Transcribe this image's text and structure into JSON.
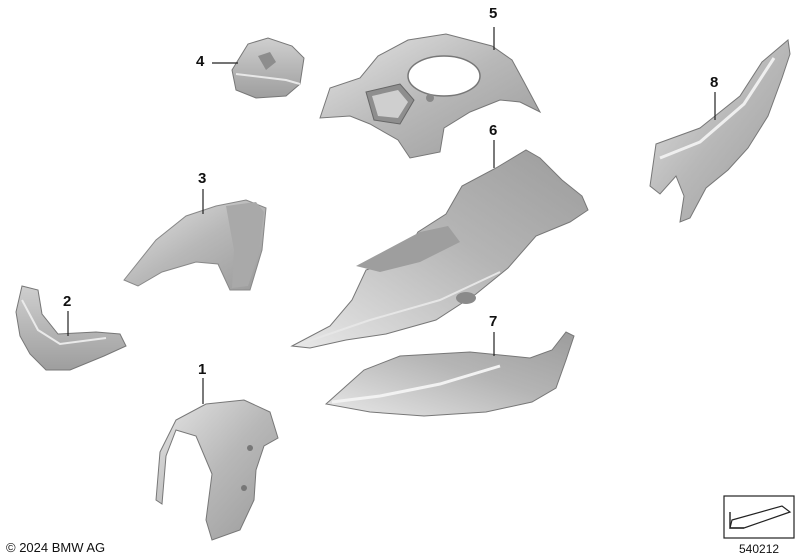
{
  "callouts": {
    "c1": "1",
    "c2": "2",
    "c3": "3",
    "c4": "4",
    "c5": "5",
    "c6": "6",
    "c7": "7",
    "c8": "8"
  },
  "footer": {
    "copyright": "© 2024 BMW AG",
    "doc_number": "540212"
  },
  "colors": {
    "panel_fill": "#b9b9b9",
    "panel_highlight": "#e2e2e2",
    "panel_shadow": "#8f8f8f",
    "outline": "#6a6a6a"
  }
}
